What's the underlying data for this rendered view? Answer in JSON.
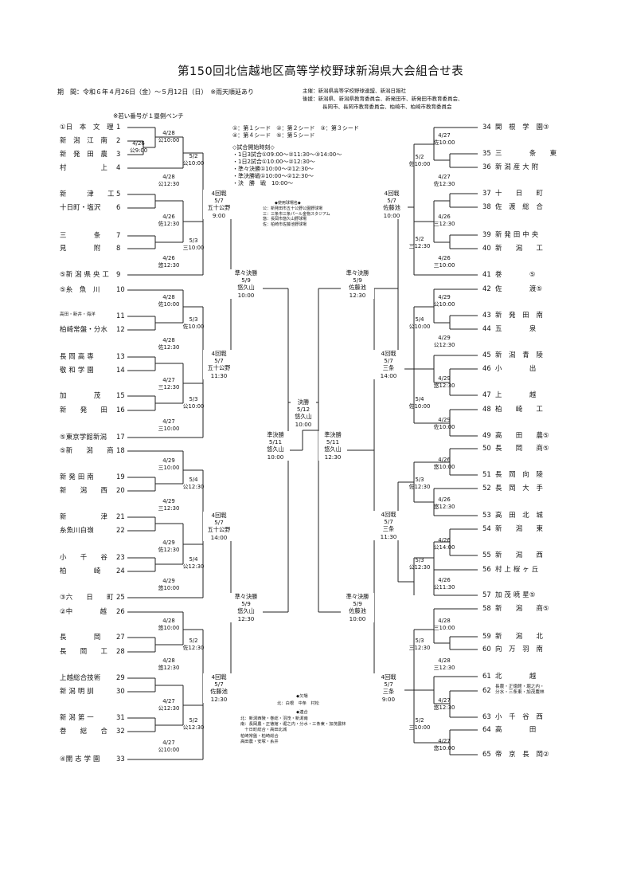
{
  "title": "第150回北信越地区高等学校野球新潟県大会組合せ表",
  "period": "期　間：令和６年４月26日（金）～５月12日（日）　※雨天順延あり",
  "organizers": {
    "host": "主催：新潟県高等学校野球連盟、新潟日報社",
    "sponsor1": "後援：新潟県、新潟県教育委員会、新発田市、新発田市教育委員会、",
    "sponsor2": "長岡市、長岡市教育委員会、柏崎市、柏崎市教育委員会"
  },
  "bench_note": "※若い番号が１塁側ベンチ",
  "seed_legend": {
    "line1": "①：第１シード　②：第２シード　③：第３シード",
    "line2": "④：第４シード　⑤：第５シード"
  },
  "start_times": {
    "heading": "◇試合開始時刻◇",
    "lines": [
      "・1日3試合①09:00～②11:30～③14:00～",
      "・1日2試合①10:00～②12:30～",
      "・準々決勝①10:00～②12:30～",
      "・準決勝戦①10:00～②12:30～",
      "・決　勝　戦　10:00～"
    ]
  },
  "venues": {
    "heading": "◆使用球場名◆",
    "lines": [
      "公：新発田市五十公野公園野球場",
      "三：三条市三条パール金物スタジアム",
      "悠：長岡市悠久山野球場",
      "佐：柏崎市佐藤池野球場"
    ]
  },
  "umpires": {
    "heading1": "◆欠場",
    "line1": "北：白根　中条　村松",
    "heading2": "◆連合",
    "lines": [
      "北：新潟西陵・巻総・羽茂・新潟南",
      "南：長岡農・正徳館・堀之内・分水・三条東・加茂農林",
      "　十日町総合・高田北城",
      "柏崎常盤・柏崎総合",
      "高田農・安塚・糸井"
    ]
  },
  "left_teams": [
    {
      "label": "①日　本　文　理",
      "num": "1"
    },
    {
      "label": "新　潟　江　南",
      "num": "2"
    },
    {
      "label": "新　発　田　農",
      "num": "3"
    },
    {
      "label": "村　　　　　上",
      "num": "4"
    },
    {
      "label": "新　　　津　　工",
      "num": "5"
    },
    {
      "label": "十日町・塩沢",
      "num": "6"
    },
    {
      "label": "三　　　　条",
      "num": "7"
    },
    {
      "label": "見　　　　附",
      "num": "8"
    },
    {
      "label": "⑤新 潟 県 央 工",
      "num": "9"
    },
    {
      "label": "⑤糸　魚　川",
      "num": "10"
    },
    {
      "label": "高田・新井・海洋",
      "num": "11"
    },
    {
      "label": "柏崎常盤・分水",
      "num": "12"
    },
    {
      "label": "長 岡 高 専",
      "num": "13"
    },
    {
      "label": "敬 和 学 園",
      "num": "14"
    },
    {
      "label": "加　　　　茂",
      "num": "15"
    },
    {
      "label": "新　　発　　田",
      "num": "16"
    },
    {
      "label": "⑤東京学館新潟",
      "num": "17"
    },
    {
      "label": "⑤新　　潟　　商",
      "num": "18"
    },
    {
      "label": "新 発 田 南",
      "num": "19"
    },
    {
      "label": "新　　潟　　西",
      "num": "20"
    },
    {
      "label": "新　　　　　津",
      "num": "21"
    },
    {
      "label": "糸魚川白嶺",
      "num": "22"
    },
    {
      "label": "小　　千　　谷",
      "num": "23"
    },
    {
      "label": "柏　　　　崎",
      "num": "24"
    },
    {
      "label": "③六　　日　　町",
      "num": "25"
    },
    {
      "label": "②中　　　　越",
      "num": "26"
    },
    {
      "label": "長　　　　岡",
      "num": "27"
    },
    {
      "label": "長　　岡　　工",
      "num": "28"
    },
    {
      "label": "上越総合技術",
      "num": "29"
    },
    {
      "label": "新 潟 明 訓",
      "num": "30"
    },
    {
      "label": "新 潟 第 一",
      "num": "31"
    },
    {
      "label": "巻　　総　　合",
      "num": "32"
    },
    {
      "label": "④開 志 学 園",
      "num": "33"
    }
  ],
  "right_teams": [
    {
      "num": "34",
      "label": "関　根　学　園③"
    },
    {
      "num": "35",
      "label": "三　　　　条　　東"
    },
    {
      "num": "36",
      "label": "新 潟 産 大 附"
    },
    {
      "num": "37",
      "label": "十　　日　　町"
    },
    {
      "num": "38",
      "label": "佐　渡　総　合"
    },
    {
      "num": "39",
      "label": "新 発 田 中 央"
    },
    {
      "num": "40",
      "label": "新　　潟　　工"
    },
    {
      "num": "41",
      "label": "巻　　　　⑤"
    },
    {
      "num": "42",
      "label": "佐　　　　渡⑤"
    },
    {
      "num": "43",
      "label": "新　発　田　南"
    },
    {
      "num": "44",
      "label": "五　　　　泉"
    },
    {
      "num": "45",
      "label": "新　潟　青　陵"
    },
    {
      "num": "46",
      "label": "小　　　　出"
    },
    {
      "num": "47",
      "label": "上　　　　越"
    },
    {
      "num": "48",
      "label": "柏　　崎　　工"
    },
    {
      "num": "49",
      "label": "高　　田　　農⑤"
    },
    {
      "num": "50",
      "label": "長　　岡　　商⑤"
    },
    {
      "num": "51",
      "label": "長　岡　向　陵"
    },
    {
      "num": "52",
      "label": "長　岡　大　手"
    },
    {
      "num": "53",
      "label": "高　田　北　城"
    },
    {
      "num": "54",
      "label": "新　　潟　　東"
    },
    {
      "num": "55",
      "label": "新　　潟　　西"
    },
    {
      "num": "56",
      "label": "村 上 桜 ヶ 丘"
    },
    {
      "num": "57",
      "label": "加 茂 暁 星⑤"
    },
    {
      "num": "58",
      "label": "新　　潟　　商⑤"
    },
    {
      "num": "59",
      "label": "新　　潟　　北"
    },
    {
      "num": "60",
      "label": "向　万　羽　南"
    },
    {
      "num": "61",
      "label": "北　　　　越"
    },
    {
      "num": "62",
      "label": "長農・正徳館・堀之内・\n分水・三条東・加茂農林"
    },
    {
      "num": "63",
      "label": "小　千　谷　西"
    },
    {
      "num": "64",
      "label": "高　　　　田"
    },
    {
      "num": "65",
      "label": "帝　京　長　岡②"
    }
  ],
  "left_r1": [
    {
      "date": "4/26",
      "venue": "公9:00"
    },
    {
      "date": "4/28",
      "venue": "公10:00"
    },
    {
      "date": "4/28",
      "venue": "公12:30"
    },
    {
      "date": "4/26",
      "venue": "佐12:30"
    },
    {
      "date": "4/26",
      "venue": "悠12:30"
    },
    {
      "date": "4/28",
      "venue": "佐10:00"
    },
    {
      "date": "4/28",
      "venue": "佐12:30"
    },
    {
      "date": "4/27",
      "venue": "三12:30"
    },
    {
      "date": "4/27",
      "venue": "三10:00"
    },
    {
      "date": "4/29",
      "venue": "三10:00"
    },
    {
      "date": "4/29",
      "venue": "三12:30"
    },
    {
      "date": "4/29",
      "venue": "佐12:30"
    },
    {
      "date": "4/29",
      "venue": "悠10:00"
    },
    {
      "date": "4/28",
      "venue": "悠10:00"
    },
    {
      "date": "4/28",
      "venue": "悠12:30"
    },
    {
      "date": "4/27",
      "venue": "公12:30"
    },
    {
      "date": "4/27",
      "venue": "公10:00"
    }
  ],
  "left_r2": [
    {
      "date": "5/2",
      "venue": "公10:00"
    },
    {
      "date": "5/3",
      "venue": "三10:00"
    },
    {
      "date": "5/3",
      "venue": "佐10:00"
    },
    {
      "date": "5/3",
      "venue": "公10:00"
    },
    {
      "date": "5/4",
      "venue": "公12:30"
    },
    {
      "date": "5/4",
      "venue": "公12:30"
    },
    {
      "date": "5/2",
      "venue": "佐12:30"
    },
    {
      "date": "5/2",
      "venue": "公12:30"
    }
  ],
  "left_r4": [
    [
      "4回戦",
      "5/7",
      "五十公野",
      "9:00"
    ],
    [
      "4回戦",
      "5/7",
      "五十公野",
      "11:30"
    ],
    [
      "4回戦",
      "5/7",
      "五十公野",
      "14:00"
    ],
    [
      "4回戦",
      "5/7",
      "佐藤池",
      "12:30"
    ]
  ],
  "left_qf": [
    [
      "準々決勝",
      "5/9",
      "悠久山",
      "10:00"
    ],
    [
      "準々決勝",
      "5/9",
      "悠久山",
      "12:30"
    ]
  ],
  "left_sf": [
    "準決勝",
    "5/11",
    "悠久山",
    "10:00"
  ],
  "final": [
    "決勝",
    "5/12",
    "悠久山",
    "10:00"
  ],
  "right_sf": [
    "準決勝",
    "5/11",
    "悠久山",
    "12:30"
  ],
  "right_qf": [
    [
      "準々決勝",
      "5/9",
      "佐藤池",
      "12:30"
    ],
    [
      "準々決勝",
      "5/9",
      "佐藤池",
      "10:00"
    ]
  ],
  "right_r4": [
    [
      "4回戦",
      "5/7",
      "佐藤池",
      "10:00"
    ],
    [
      "4回戦",
      "5/7",
      "三条",
      "14:00"
    ],
    [
      "4回戦",
      "5/7",
      "三条",
      "11:30"
    ],
    [
      "4回戦",
      "5/7",
      "三条",
      "9:00"
    ]
  ],
  "right_r1": [
    {
      "date": "4/27",
      "venue": "佐10:00"
    },
    {
      "date": "4/27",
      "venue": "佐12:30"
    },
    {
      "date": "4/26",
      "venue": "三12:30"
    },
    {
      "date": "4/26",
      "venue": "三10:00"
    },
    {
      "date": "4/29",
      "venue": "公10:00"
    },
    {
      "date": "4/29",
      "venue": "公12:30"
    },
    {
      "date": "4/29",
      "venue": "悠12:30"
    },
    {
      "date": "4/29",
      "venue": "佐10:00"
    },
    {
      "date": "4/26",
      "venue": "悠10:00"
    },
    {
      "date": "4/26",
      "venue": "悠12:30"
    },
    {
      "date": "4/26",
      "venue": "公14:00"
    },
    {
      "date": "4/26",
      "venue": "公11:30"
    },
    {
      "date": "4/28",
      "venue": "三10:00"
    },
    {
      "date": "4/28",
      "venue": "三12:30"
    },
    {
      "date": "4/27",
      "venue": "悠12:30"
    },
    {
      "date": "4/27",
      "venue": "悠10:00"
    }
  ],
  "right_r2": [
    {
      "date": "5/2",
      "venue": "佐10:00"
    },
    {
      "date": "5/2",
      "venue": "三12:30"
    },
    {
      "date": "5/4",
      "venue": "公10:00"
    },
    {
      "date": "5/4",
      "venue": "佐10:00"
    },
    {
      "date": "5/3",
      "venue": "佐12:30"
    },
    {
      "date": "5/3",
      "venue": "公12:30"
    },
    {
      "date": "5/3",
      "venue": "三12:30"
    },
    {
      "date": "5/2",
      "venue": "三10:00"
    }
  ]
}
